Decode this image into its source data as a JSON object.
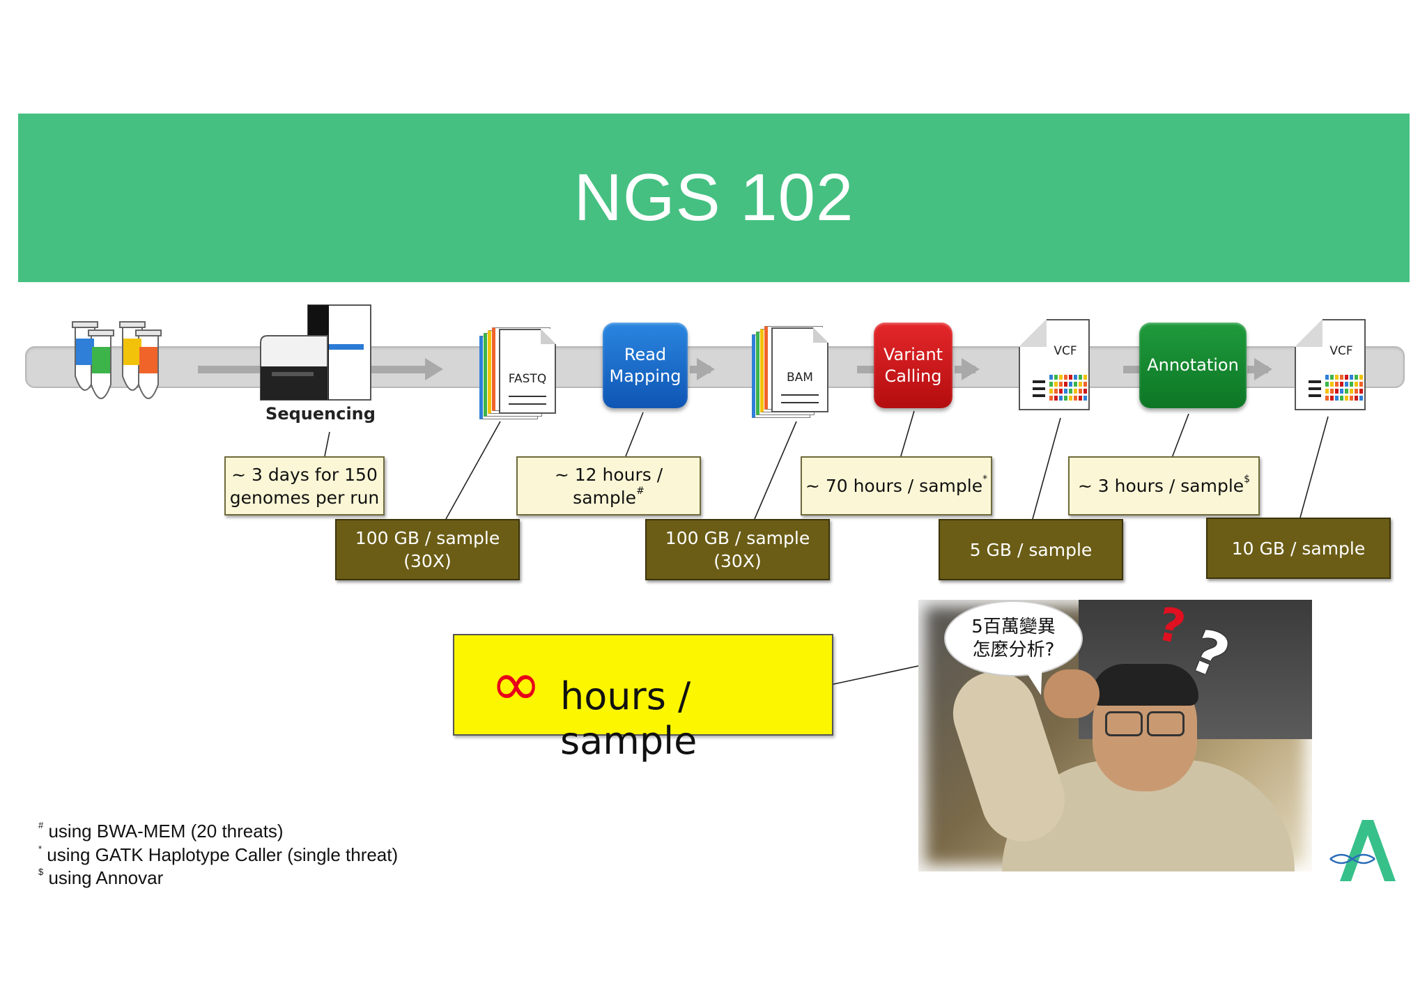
{
  "title": "NGS 102",
  "pipeline": {
    "sequencing_label": "Sequencing",
    "fastq_label": "FASTQ",
    "read_mapping": [
      "Read",
      "Mapping"
    ],
    "bam_label": "BAM",
    "variant_calling": [
      "Variant",
      "Calling"
    ],
    "vcf1_label": "VCF",
    "annotation": "Annotation",
    "vcf2_label": "VCF"
  },
  "time_notes": {
    "sequencing": [
      "~ 3 days for 150",
      "genomes per run"
    ],
    "read_mapping": {
      "text": "~ 12 hours / sample",
      "mark": "#"
    },
    "variant_calling": {
      "text": "~  70 hours / sample",
      "mark": "*"
    },
    "annotation": {
      "text": "~  3 hours / sample",
      "mark": "$"
    }
  },
  "size_notes": {
    "fastq": [
      "100 GB / sample",
      "(30X)"
    ],
    "bam": [
      "100 GB / sample",
      "(30X)"
    ],
    "vcf": "5 GB / sample",
    "annotated_vcf": "10 GB / sample"
  },
  "callout": {
    "symbol": "∞",
    "text": "hours / sample"
  },
  "speech_bubble": [
    "5百萬變異",
    "怎麼分析?"
  ],
  "question_marks": {
    "red": "?",
    "white": "?"
  },
  "footnotes": [
    {
      "mark": "#",
      "text": "using BWA-MEM (20 threats)"
    },
    {
      "mark": "*",
      "text": "using GATK Haplotype Caller (single threat)"
    },
    {
      "mark": "$",
      "text": "using Annovar"
    }
  ],
  "colors": {
    "banner": "#45c081",
    "read_mapping": "#1a6ccb",
    "variant_calling": "#cc1619",
    "annotation": "#178a30",
    "size_box": "#6b5d16",
    "callout": "#fcf600",
    "infinity": "#e8001a"
  }
}
